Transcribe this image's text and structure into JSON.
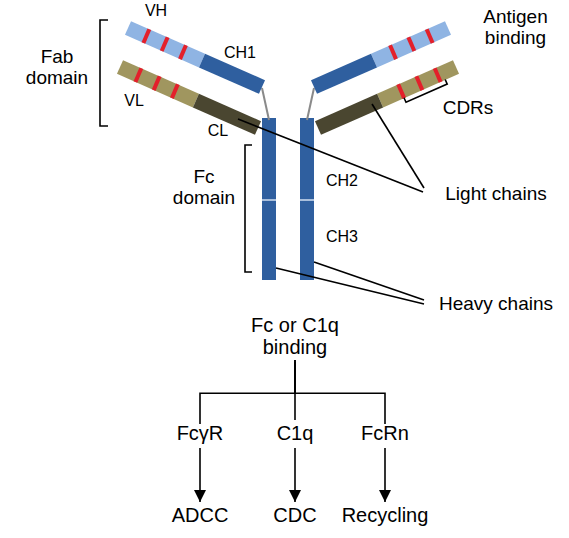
{
  "diagram": {
    "nodes": [
      {
        "text": [
          "Fc or C1q binding"
        ]
      },
      {
        "text": [
          "FcγR"
        ]
      },
      {
        "text": [
          "C1q"
        ]
      },
      {
        "text": [
          "FcRn"
        ]
      },
      {
        "text": [
          "ADCC"
        ]
      },
      {
        "text": [
          "CDC"
        ]
      },
      {
        "text": [
          "Recycling"
        ]
      }
    ],
    "edges": [
      {
        "from": 0,
        "to": 1,
        "arrow": "none"
      },
      {
        "from": 0,
        "to": 2,
        "arrow": "none"
      },
      {
        "from": 0,
        "to": 3,
        "arrow": "none"
      },
      {
        "from": 1,
        "to": 4,
        "arrow": "to"
      },
      {
        "from": 2,
        "to": 5,
        "arrow": "to"
      },
      {
        "from": 3,
        "to": 6,
        "arrow": "to"
      }
    ],
    "labels": [
      "VH",
      "CH1",
      "Antigen binding",
      "Fab domain",
      "VL",
      "CL",
      "CDRs",
      "Light chains",
      "Fc domain",
      "CH2",
      "CH3",
      "Heavy chains"
    ]
  }
}
